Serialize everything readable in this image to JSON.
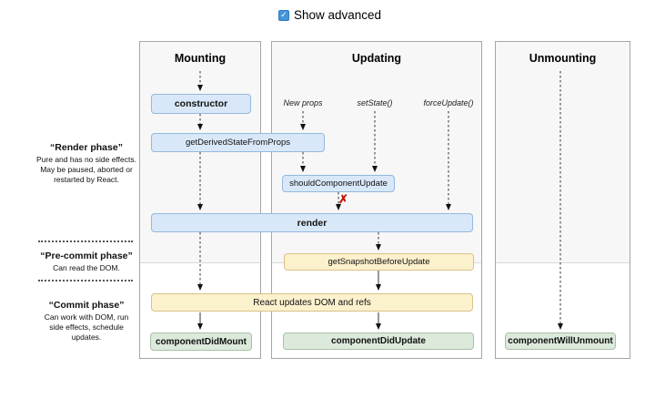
{
  "header": {
    "checkbox_label": "Show advanced",
    "checkbox_checked": true,
    "check_glyph": "✓"
  },
  "columns": [
    {
      "title": "Mounting"
    },
    {
      "title": "Updating"
    },
    {
      "title": "Unmounting"
    }
  ],
  "triggers": [
    {
      "label": "New props"
    },
    {
      "label": "setState()"
    },
    {
      "label": "forceUpdate()"
    }
  ],
  "phases": [
    {
      "title": "“Render phase”",
      "description": "Pure and has no side effects. May be paused, aborted or restarted by React."
    },
    {
      "title": "“Pre-commit phase”",
      "description": "Can read the DOM."
    },
    {
      "title": "“Commit phase”",
      "description": "Can work with DOM, run side effects, schedule updates."
    }
  ],
  "nodes": {
    "constructor": "constructor",
    "get_derived_state_from_props": "getDerivedStateFromProps",
    "should_component_update": "shouldComponentUpdate",
    "render": "render",
    "get_snapshot_before_update": "getSnapshotBeforeUpdate",
    "react_updates_dom": "React updates DOM and refs",
    "component_did_mount": "componentDidMount",
    "component_did_update": "componentDidUpdate",
    "component_will_unmount": "componentWillUnmount"
  },
  "annotations": {
    "cancel_update_glyph": "✗"
  },
  "colors": {
    "lifecycle_box_fill": "#d9e8f8",
    "lifecycle_box_border": "#94b8dc",
    "side_effect_box_fill": "#fcf1cd",
    "side_effect_box_border": "#d9c289",
    "commit_box_fill": "#dceadb",
    "commit_box_border": "#a9bfa7",
    "checkbox_blue": "#4594d9",
    "cancel_x_red": "#c41200",
    "panel_background": "#f7f7f7",
    "panel_border": "#a6a6a6"
  }
}
